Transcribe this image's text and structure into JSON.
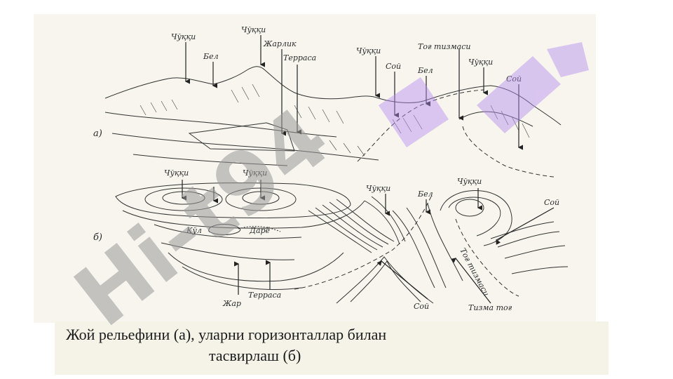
{
  "figure": {
    "part_a_label": "а)",
    "part_b_label": "б)",
    "panorama_labels": {
      "peak_1": "Чўққи",
      "saddle_1": "Бел",
      "peak_2": "Чўққи",
      "ravine": "Жарлик",
      "terrace": "Терраса",
      "peak_3": "Чўққи",
      "valley_1": "Сой",
      "ridge": "Тоғ тизмаси",
      "saddle_2": "Бел",
      "peak_4": "Чўққи",
      "valley_2": "Сой"
    },
    "contour_labels": {
      "peak_1": "Чўққи",
      "peak_2": "Чўққи",
      "peak_3": "Чўққи",
      "saddle": "Бел",
      "peak_4": "Чўққи",
      "valley_1": "Сой",
      "lake": "Кўл",
      "river": "Дарё",
      "ridge": "Тоғ тизмаси",
      "cliff": "Жар",
      "terrace": "Терраса",
      "valley_2": "Сой",
      "ridge_crest": "Тизма тоғ"
    }
  },
  "caption": {
    "line1": "Жой рельефини (а), уларни горизонталлар билан",
    "line2": "тасвирлаш (б)"
  },
  "watermark": {
    "text": "Hi-t94",
    "colors": {
      "gray": "#9a9a9a",
      "purple": "#b48cf0"
    }
  }
}
